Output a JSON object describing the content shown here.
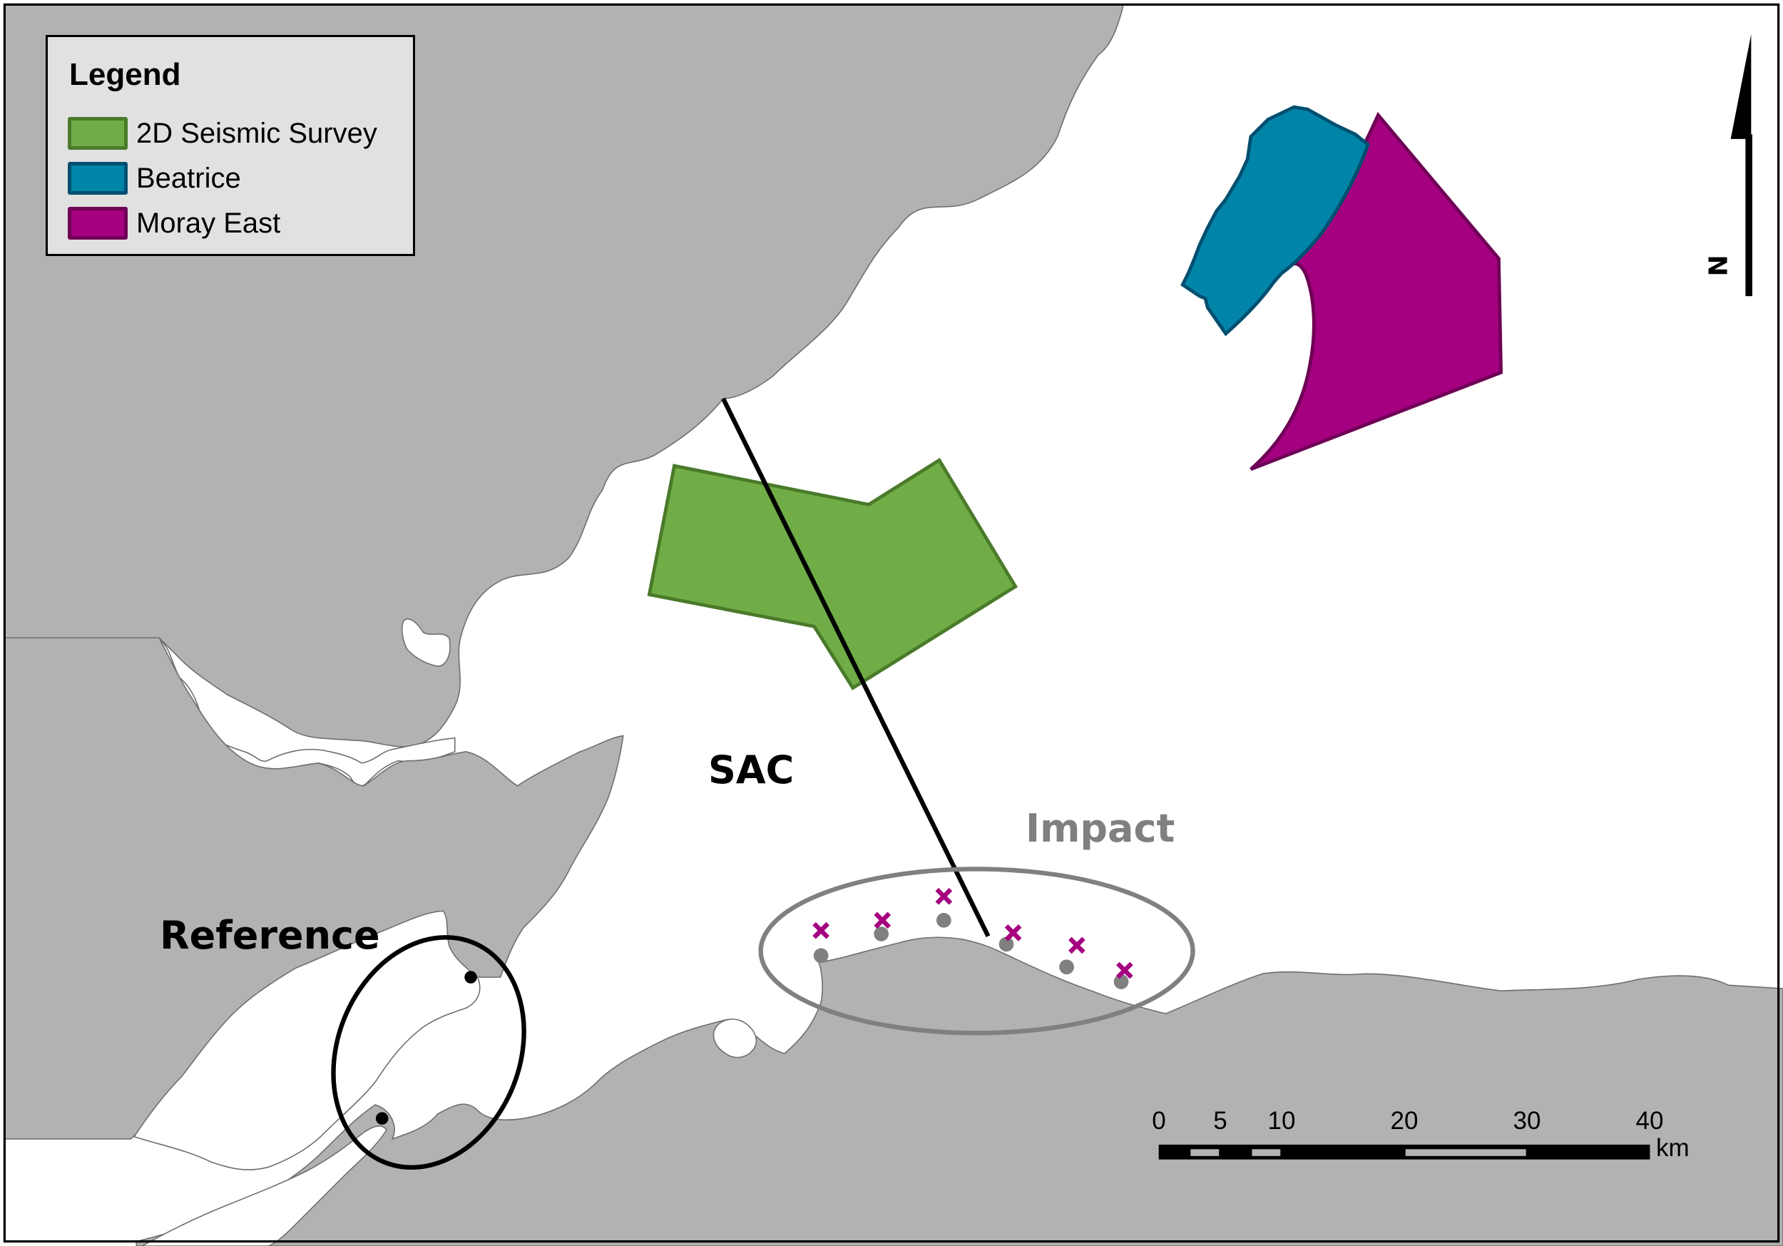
{
  "legend": {
    "title": "Legend",
    "items": [
      {
        "label": "2D Seismic Survey",
        "fill": "#70ad47",
        "stroke": "#4a7a2a"
      },
      {
        "label": "Beatrice",
        "fill": "#0085a8",
        "stroke": "#004f70"
      },
      {
        "label": "Moray East",
        "fill": "#a4007f",
        "stroke": "#6e0055"
      }
    ]
  },
  "labels": {
    "sac": "SAC",
    "impact": "Impact",
    "reference": "Reference"
  },
  "north_arrow": {
    "letter": "N"
  },
  "scale_bar": {
    "ticks": [
      "0",
      "5",
      "10",
      "20",
      "30",
      "40"
    ],
    "unit": "km"
  },
  "colors": {
    "land": "#b2b2b2",
    "sea": "#ffffff",
    "coast": "#6e6e6e",
    "impact_ellipse": "#808080",
    "reference_ellipse": "#000000",
    "site_marker_gray": "#808080",
    "site_marker_x": "#a4007f"
  }
}
